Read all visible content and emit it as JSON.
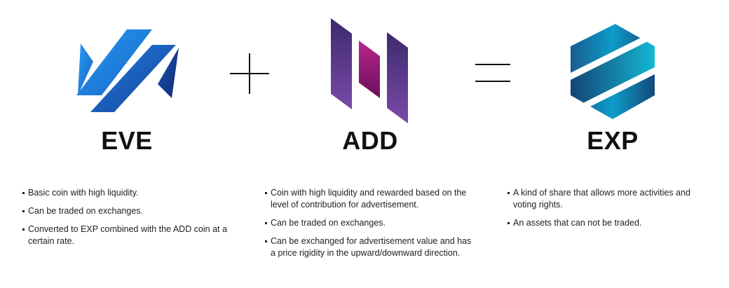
{
  "coins": [
    {
      "name": "EVE",
      "logo_icon": "eve-logo-icon",
      "bullets": [
        "Basic coin with high liquidity.",
        "Can be traded on exchanges.",
        "Converted to EXP combined with the ADD coin at a certain rate."
      ]
    },
    {
      "name": "ADD",
      "logo_icon": "add-logo-icon",
      "bullets": [
        "Coin with high liquidity and rewarded based on the level of contribution for advertisement.",
        "Can be traded on exchanges.",
        "Can be exchanged for advertisement value and has a price rigidity in the upward/downward direction."
      ]
    },
    {
      "name": "EXP",
      "logo_icon": "exp-logo-icon",
      "bullets": [
        "A kind of share that allows more activities and voting rights.",
        "An assets that can not be traded."
      ]
    }
  ],
  "operators": {
    "plus_icon": "plus-icon",
    "equals_icon": "equals-icon"
  },
  "colors": {
    "eve_light_blue": "#1f8be0",
    "eve_dark_blue": "#142f7a",
    "add_purple": "#6a2f8e",
    "add_magenta": "#a01873",
    "exp_cyan": "#12b8d6",
    "exp_navy": "#15386b"
  }
}
